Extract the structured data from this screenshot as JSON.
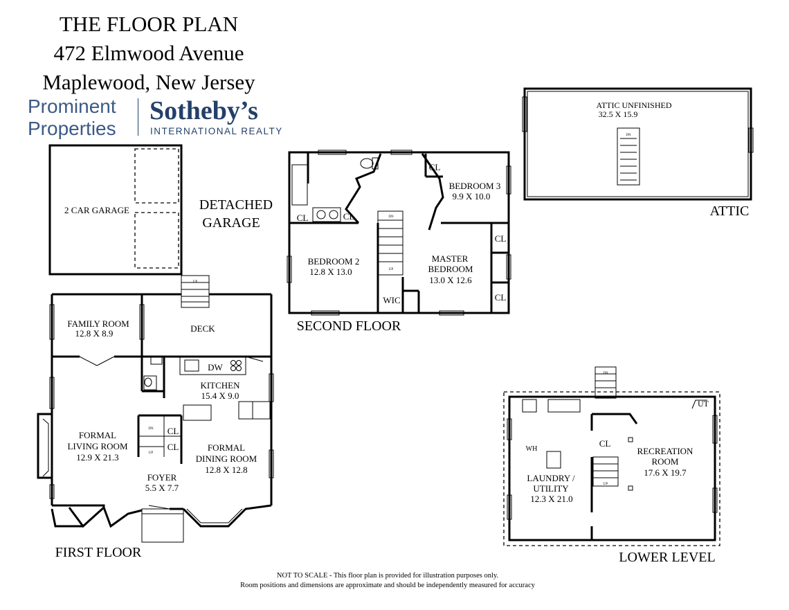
{
  "header": {
    "title": "THE FLOOR PLAN",
    "address_line1": "472 Elmwood Avenue",
    "address_line2": "Maplewood, New Jersey"
  },
  "logo": {
    "company_line1": "Prominent",
    "company_line2": "Properties",
    "brand": "Sotheby’s",
    "brand_sub": "INTERNATIONAL REALTY"
  },
  "floors": {
    "garage": "DETACHED",
    "garage2": "GARAGE",
    "first": "FIRST FLOOR",
    "second": "SECOND FLOOR",
    "attic": "ATTIC",
    "lower": "LOWER LEVEL"
  },
  "rooms": {
    "garage_name": "2 CAR GARAGE",
    "family_name": "FAMILY ROOM",
    "family_dim": "12.8 X 8.9",
    "deck_name": "DECK",
    "kitchen_name": "KITCHEN",
    "kitchen_dim": "15.4 X 9.0",
    "living_name1": "FORMAL",
    "living_name2": "LIVING ROOM",
    "living_dim": "12.9 X 21.3",
    "dining_name1": "FORMAL",
    "dining_name2": "DINING ROOM",
    "dining_dim": "12.8 X 12.8",
    "foyer_name": "FOYER",
    "foyer_dim": "5.5 X 7.7",
    "bed2_name": "BEDROOM 2",
    "bed2_dim": "12.8 X 13.0",
    "bed3_name": "BEDROOM 3",
    "bed3_dim": "9.9 X 10.0",
    "master_name1": "MASTER",
    "master_name2": "BEDROOM",
    "master_dim": "13.0 X 12.6",
    "attic_name": "ATTIC UNFINISHED",
    "attic_dim": "32.5 X 15.9",
    "rec_name1": "RECREATION",
    "rec_name2": "ROOM",
    "rec_dim": "17.6 X 19.7",
    "laundry_name1": "LAUNDRY /",
    "laundry_name2": "UTILITY",
    "laundry_dim": "12.3 X 21.0"
  },
  "fixtures": {
    "closet": "CL",
    "wic": "WIC",
    "dishwasher": "DW",
    "water_heater": "WH",
    "utility": "UT",
    "up": "UP",
    "down": "DN"
  },
  "disclaimer": {
    "line1": "NOT TO SCALE - This floor plan is provided for illustration purposes only.",
    "line2": "Room positions and dimensions are approximate and should be independently measured for accuracy"
  }
}
